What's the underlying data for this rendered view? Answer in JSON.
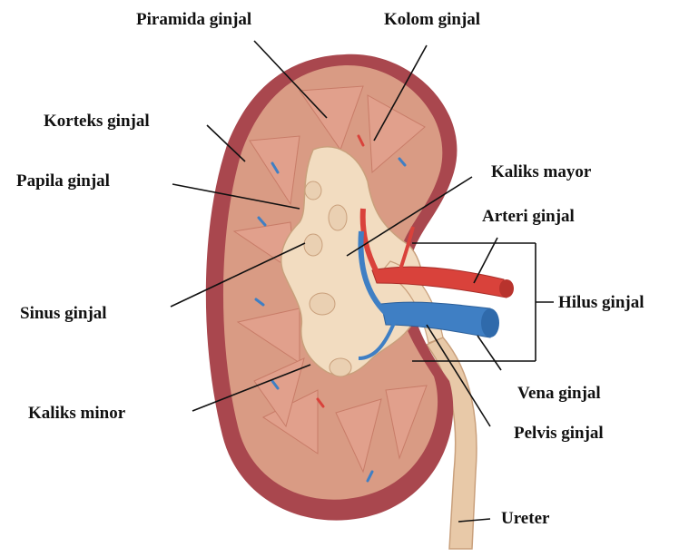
{
  "diagram": {
    "colors": {
      "capsule": "#a9474e",
      "cortex": "#d99b84",
      "pyramid": "#e1a08c",
      "sinus": "#f2dcc0",
      "artery": "#d9423b",
      "vein": "#3f7fc4",
      "ureter": "#e8c9a8"
    },
    "labels": {
      "piramida": "Piramida ginjal",
      "kolom": "Kolom ginjal",
      "korteks": "Korteks ginjal",
      "papila": "Papila ginjal",
      "kaliks_mayor": "Kaliks mayor",
      "arteri": "Arteri ginjal",
      "sinus": "Sinus ginjal",
      "hilus": "Hilus ginjal",
      "kaliks_minor": "Kaliks minor",
      "vena": "Vena ginjal",
      "pelvis": "Pelvis ginjal",
      "ureter": "Ureter"
    }
  }
}
